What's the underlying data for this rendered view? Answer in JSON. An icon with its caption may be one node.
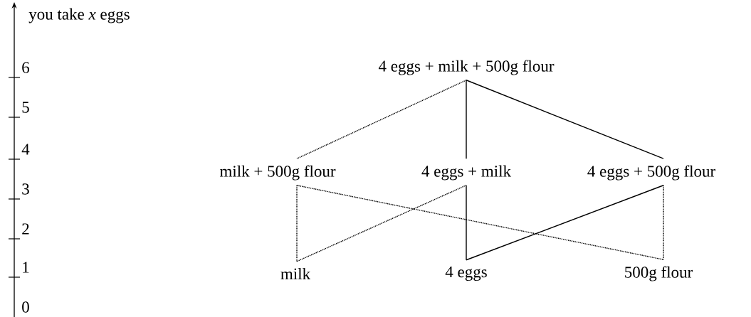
{
  "diagram": {
    "nodes": [
      {
        "text": [
          "4 eggs + milk + 500g flour"
        ]
      },
      {
        "text": [
          "milk + 500g flour"
        ]
      },
      {
        "text": [
          "4 eggs + milk"
        ]
      },
      {
        "text": [
          "4 eggs + 500g flour"
        ]
      },
      {
        "text": [
          "milk"
        ]
      },
      {
        "text": [
          "4 eggs"
        ]
      },
      {
        "text": [
          "500g flour"
        ]
      }
    ],
    "edges": [
      {
        "from": 0,
        "to": 1,
        "arrow": "none",
        "style": "dashed"
      },
      {
        "from": 0,
        "to": 2,
        "arrow": "none"
      },
      {
        "from": 0,
        "to": 3,
        "arrow": "none"
      },
      {
        "from": 1,
        "to": 4,
        "arrow": "none",
        "style": "dashed"
      },
      {
        "from": 1,
        "to": 6,
        "arrow": "none",
        "style": "dashed"
      },
      {
        "from": 2,
        "to": 4,
        "arrow": "none",
        "style": "dashed"
      },
      {
        "from": 2,
        "to": 5,
        "arrow": "none"
      },
      {
        "from": 3,
        "to": 5,
        "arrow": "none"
      },
      {
        "from": 3,
        "to": 6,
        "arrow": "none",
        "style": "dashed"
      }
    ],
    "labels": [
      "you take *x* eggs",
      "6",
      "5",
      "4",
      "3",
      "2",
      "1",
      "0"
    ]
  }
}
